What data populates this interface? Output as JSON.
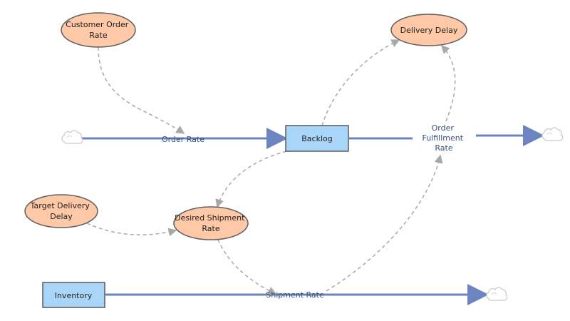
{
  "nodes": {
    "customer_order_rate": [
      "Customer Order",
      "Rate"
    ],
    "delivery_delay": [
      "Delivery Delay"
    ],
    "target_delivery_delay": [
      "Target Delivery",
      "Delay"
    ],
    "desired_shipment_rate": [
      "Desired Shipment",
      "Rate"
    ],
    "backlog": "Backlog",
    "inventory": "Inventory"
  },
  "rates": {
    "order_rate": [
      "Order Rate"
    ],
    "order_fulfillment_rate": [
      "Order",
      "Fulfillment",
      "Rate"
    ],
    "shipment_rate": [
      "Shipment Rate"
    ]
  },
  "colors": {
    "flow": "#6c85c0",
    "link": "#a8a8a8",
    "auxiliary_fill": "#ffc8a6",
    "stock_fill": "#a9d5f8",
    "rate_text": "#34517f"
  },
  "icons": {
    "source_sink": "cloud-icon"
  }
}
